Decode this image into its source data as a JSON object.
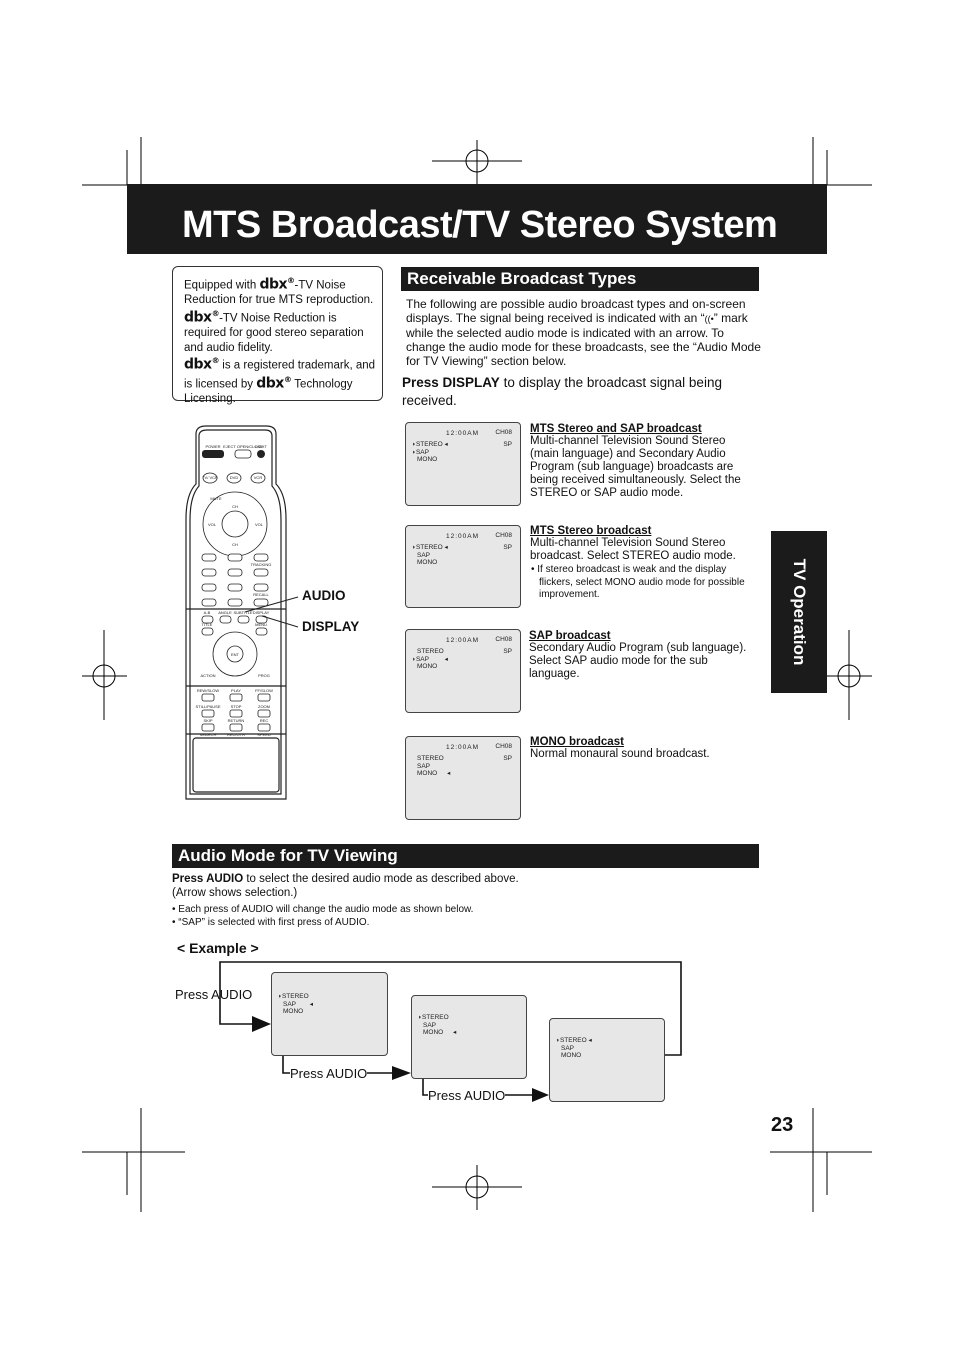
{
  "page": {
    "title": "MTS Broadcast/TV Stereo System",
    "side_tab": "TV Operation",
    "page_number": "23"
  },
  "dbx_note": {
    "p1_a": "Equipped with ",
    "p1_b": "-TV Noise Reduction for true MTS reproduction. ",
    "p1_c": "-TV Noise Reduction is required for good stereo separation and audio fidelity.",
    "p2_a": " is a registered trademark, and is licensed by ",
    "p2_b": " Technology Licensing.",
    "logo_text": "dbx",
    "logo_reg": "®"
  },
  "receivable": {
    "heading": "Receivable Broadcast Types",
    "intro_a": "The following are possible audio broadcast types and on-screen displays. The signal being received is indicated with an “",
    "intro_b": "” mark while the selected audio mode is indicated with an arrow. To change the audio mode for these broadcasts, see the “Audio Mode for TV Viewing” section below.",
    "press_bold": "Press DISPLAY",
    "press_rest": " to display the broadcast signal being received."
  },
  "screens": [
    {
      "clock": "12:00AM",
      "channel": "CH08",
      "sp": "SP",
      "modes": [
        "STEREO",
        "SAP",
        "MONO"
      ],
      "title": "MTS Stereo and SAP broadcast",
      "body": "Multi-channel Television Sound Stereo (main language) and Secondary Audio Program (sub language) broadcasts are being received simultaneously. Select the STEREO or SAP audio mode."
    },
    {
      "clock": "12:00AM",
      "channel": "CH08",
      "sp": "SP",
      "modes": [
        "STEREO",
        "SAP",
        "MONO"
      ],
      "title": "MTS Stereo broadcast",
      "body": "Multi-channel Television Sound Stereo broadcast. Select STEREO audio mode.",
      "note": "If stereo broadcast is weak and the display flickers, select MONO audio mode for possible improvement."
    },
    {
      "clock": "12:00AM",
      "channel": "CH08",
      "sp": "SP",
      "modes": [
        "STEREO",
        "SAP",
        "MONO"
      ],
      "title": "SAP broadcast",
      "body": "Secondary Audio Program (sub language). Select SAP audio mode for the sub language."
    },
    {
      "clock": "12:00AM",
      "channel": "CH08",
      "sp": "SP",
      "modes": [
        "STEREO",
        "SAP",
        "MONO"
      ],
      "title": "MONO broadcast",
      "body": "Normal monaural sound broadcast."
    }
  ],
  "remote": {
    "audio_label": "AUDIO",
    "display_label": "DISPLAY",
    "buttons": {
      "power": "POWER",
      "eject": "EJECT OPEN/CLOSE",
      "light": "LIGHT",
      "tv_vcr": "TV/ VCR",
      "dvd": "DVD",
      "vcr": "VCR",
      "mute": "MUTE",
      "ch": "CH",
      "vol": "VOL",
      "tracking": "TRACKING",
      "recall": "RECALL",
      "a_b": "A-B",
      "angle": "ANGLE",
      "subtitle": "SUBTITLE",
      "display": "DISPLAY",
      "title": "TITLE",
      "menu": "MENU",
      "ent": "ENT",
      "action": "ACTION",
      "prog": "PROG",
      "play": "PLAY",
      "stop": "STOP",
      "zoom": "ZOOM",
      "return": "RETURN",
      "rec": "REC",
      "search": "SEARCH",
      "rec_mode": "REC/OTR",
      "speed": "SPEED",
      "still_pause": "STILL/PAUSE",
      "rew": "REW/SLOW",
      "ff": "FF/SLOW",
      "skip": "SKIP"
    }
  },
  "audio_mode": {
    "heading": "Audio Mode for TV Viewing",
    "press_bold": "Press AUDIO",
    "press_rest": " to select the desired audio mode as described above.",
    "arrow_note": "(Arrow shows selection.)",
    "bullet1": "Each press of AUDIO will change the audio mode as shown below.",
    "bullet2": "“SAP” is selected with first press of AUDIO.",
    "example": "< Example >",
    "press_audio": "Press AUDIO",
    "example_modes": [
      "STEREO",
      "SAP",
      "MONO"
    ]
  }
}
